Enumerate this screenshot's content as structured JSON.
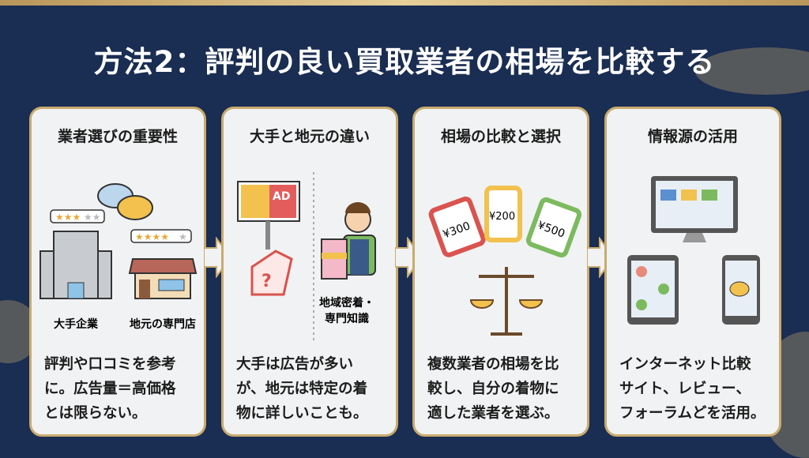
{
  "title": "方法2：評判の良い買取業者の相場を比較する",
  "colors": {
    "background": "#1a2d52",
    "card": "#f1f2f3",
    "border": "#c9ab6e"
  },
  "cards": [
    {
      "title": "業者選びの重要性",
      "labels": [
        "大手企業",
        "地元の専門店"
      ],
      "body": [
        "評判や口コミを参考",
        "に。広告量＝高価格",
        "とは限らない。"
      ]
    },
    {
      "title": "大手と地元の違い",
      "ad": "AD",
      "tag": "?",
      "labels": [
        "地域密着・",
        "専門知識"
      ],
      "body": [
        "大手は広告が多い",
        "が、地元は特定の着",
        "物に詳しいことも。"
      ]
    },
    {
      "title": "相場の比較と選択",
      "prices": [
        "¥300",
        "¥200",
        "¥500"
      ],
      "body": [
        "複数業者の相場を比",
        "較し、自分の着物に",
        "適した業者を選ぶ。"
      ]
    },
    {
      "title": "情報源の活用",
      "body": [
        "インターネット比較",
        "サイト、レビュー、",
        "フォーラムどを活用。"
      ]
    }
  ]
}
